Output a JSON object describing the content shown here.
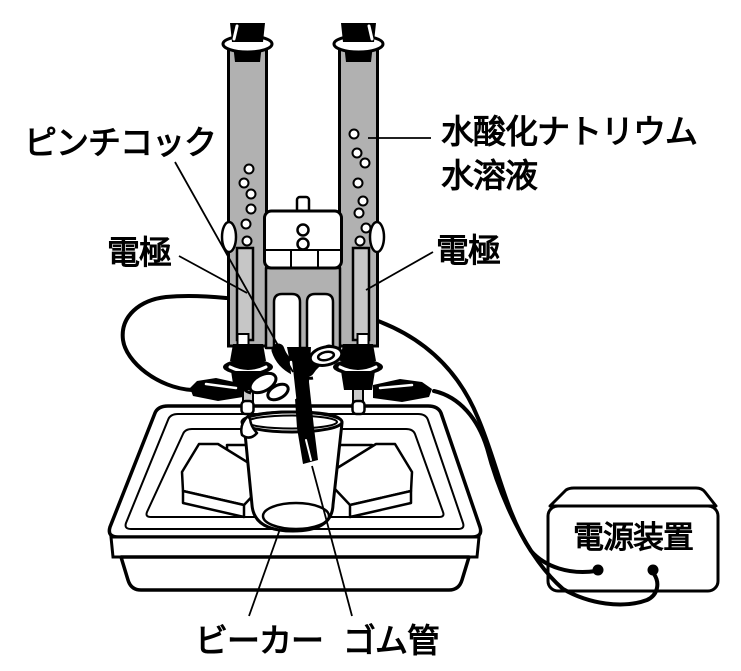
{
  "figure": {
    "labels": {
      "pinchcock": "ピンチコック",
      "solution_line1": "水酸化ナトリウム",
      "solution_line2": "水溶液",
      "electrode_left": "電極",
      "electrode_right": "電極",
      "power_supply": "電源装置",
      "beaker": "ビーカー",
      "rubber_tube": "ゴム管"
    },
    "colors": {
      "outline": "#000000",
      "solution": "#b1b1b1",
      "electrode": "#c6c6c6",
      "background": "#ffffff"
    }
  }
}
